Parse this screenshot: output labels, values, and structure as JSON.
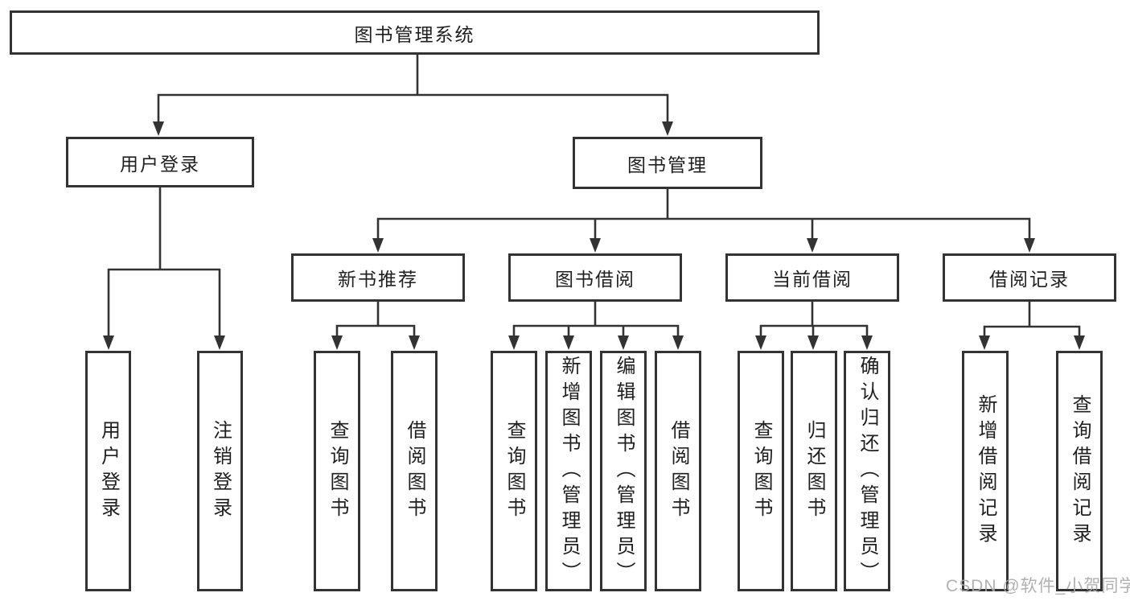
{
  "diagram": {
    "type": "hierarchy-tree",
    "title": "图书管理系统"
  },
  "tree": {
    "root": {
      "label": "图书管理系统"
    },
    "branches": [
      {
        "label": "用户登录",
        "children": [
          {
            "label": "用户登录"
          },
          {
            "label": "注销登录"
          }
        ]
      },
      {
        "label": "图书管理",
        "children": [
          {
            "label": "新书推荐",
            "children": [
              {
                "label": "查询图书"
              },
              {
                "label": "借阅图书"
              }
            ]
          },
          {
            "label": "图书借阅",
            "children": [
              {
                "label": "查询图书"
              },
              {
                "label": "新增图书（管理员）"
              },
              {
                "label": "编辑图书（管理员）"
              },
              {
                "label": "借阅图书"
              }
            ]
          },
          {
            "label": "当前借阅",
            "children": [
              {
                "label": "查询图书"
              },
              {
                "label": "归还图书"
              },
              {
                "label": "确认归还（管理员）"
              }
            ]
          },
          {
            "label": "借阅记录",
            "children": [
              {
                "label": "新增借阅记录"
              },
              {
                "label": "查询借阅记录"
              }
            ]
          }
        ]
      }
    ]
  },
  "watermark": {
    "text": "CSDN @软件_小贺同学"
  },
  "colors": {
    "line": "#333333",
    "box_border": "#333333",
    "text": "#1f1f1f",
    "background": "#ffffff",
    "watermark": "#a8a8a8"
  }
}
